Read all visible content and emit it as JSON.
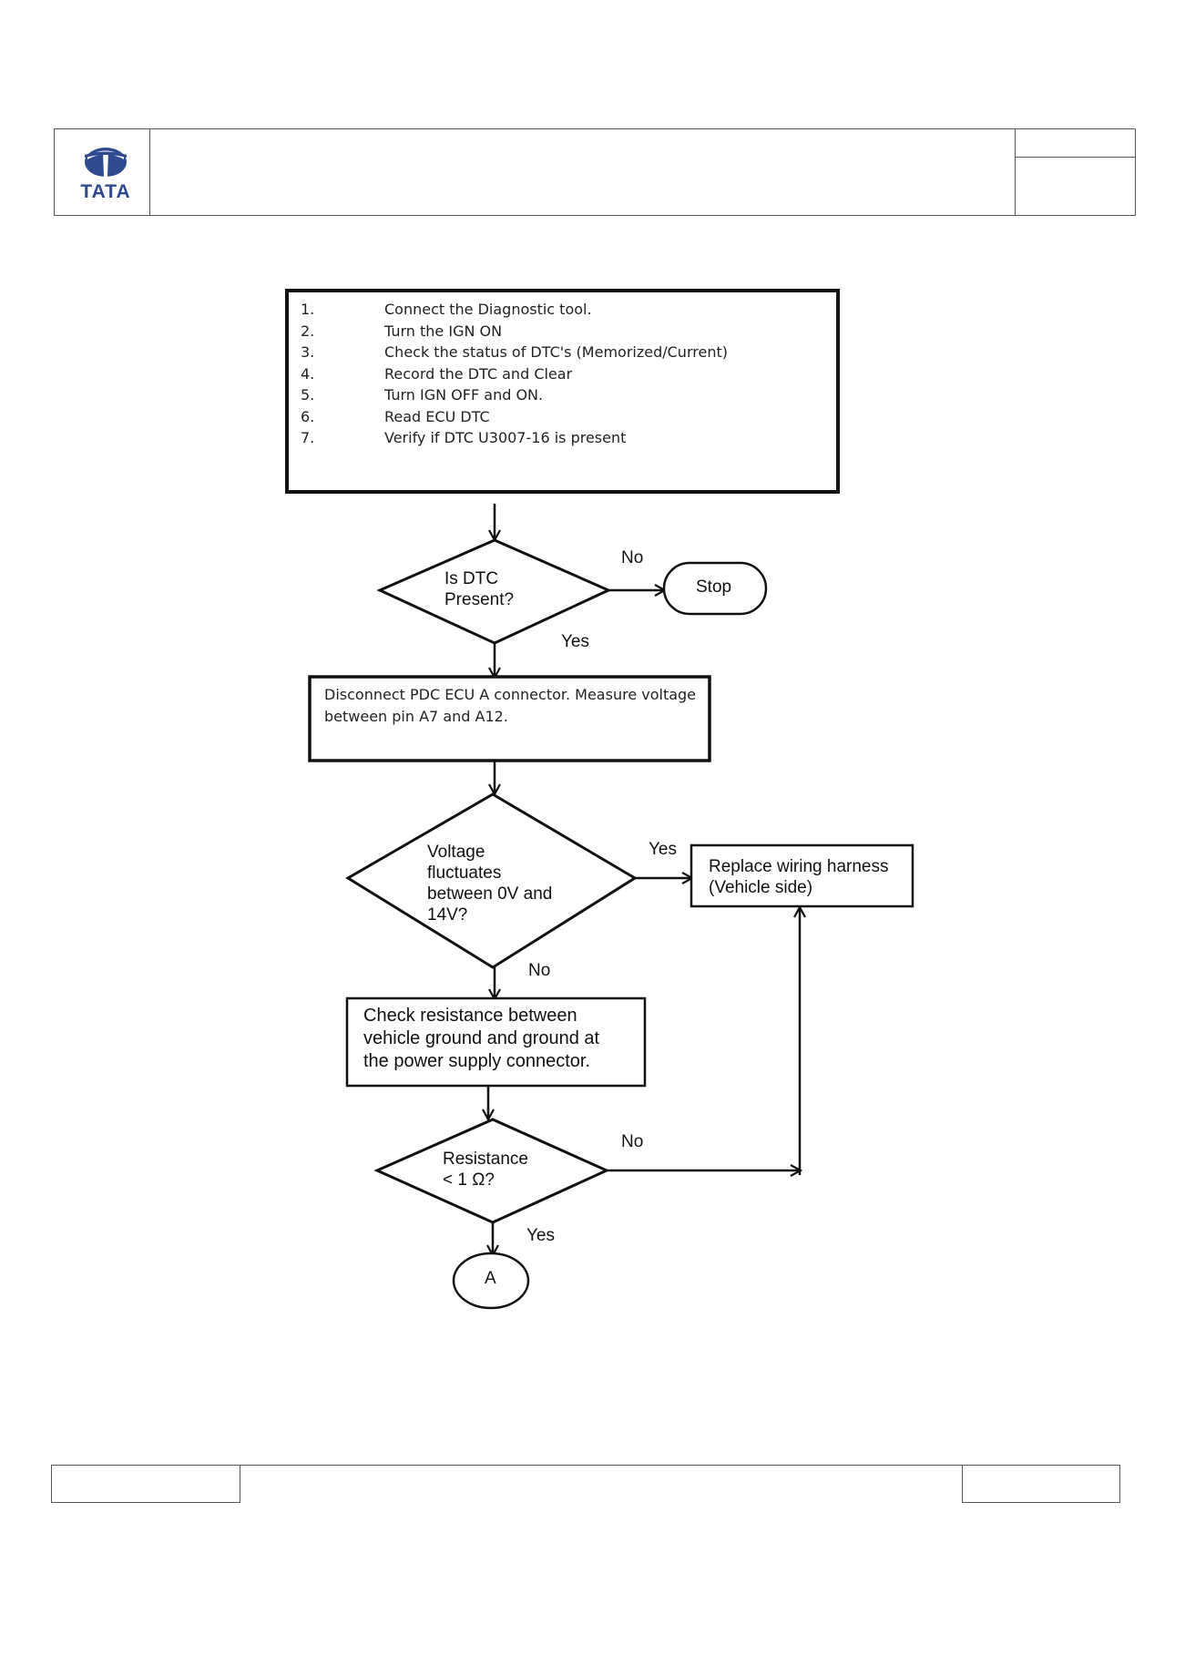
{
  "header": {
    "logo_text": "TATA",
    "title": "",
    "right_top": "",
    "right_bottom": ""
  },
  "flowchart": {
    "steps": [
      {
        "num": "1.",
        "text": "Connect the Diagnostic tool."
      },
      {
        "num": "2.",
        "text": "Turn the IGN ON"
      },
      {
        "num": "3.",
        "text": "Check the status of DTC's (Memorized/Current)"
      },
      {
        "num": "4.",
        "text": "Record the DTC and Clear"
      },
      {
        "num": "5.",
        "text": "Turn IGN OFF and ON."
      },
      {
        "num": "6.",
        "text": "Read ECU DTC"
      },
      {
        "num": "7.",
        "text": "Verify if DTC U3007-16 is present"
      }
    ],
    "decision1": {
      "line1": "Is DTC",
      "line2": "Present?"
    },
    "stop": "Stop",
    "d1_no": "No",
    "d1_yes": "Yes",
    "box2": {
      "line1": "Disconnect PDC ECU A connector. Measure voltage",
      "line2": "between pin A7 and A12."
    },
    "decision2": {
      "line1": "Voltage",
      "line2": "fluctuates",
      "line3": "between 0V and",
      "line4": "14V?"
    },
    "d2_yes": "Yes",
    "d2_no": "No",
    "replace": {
      "line1": "Replace wiring harness",
      "line2": "(Vehicle side)"
    },
    "box3": {
      "line1": "Check resistance between",
      "line2": "vehicle ground and ground at",
      "line3": "the power supply connector."
    },
    "decision3": {
      "line1": "Resistance",
      "line2": "< 1 Ω?"
    },
    "d3_no": "No",
    "d3_yes": "Yes",
    "connector": "A"
  },
  "footer": {
    "left": "",
    "center": "",
    "right": ""
  },
  "colors": {
    "logo_blue": "#2f4a8f",
    "line": "#111111",
    "border": "#555555"
  }
}
